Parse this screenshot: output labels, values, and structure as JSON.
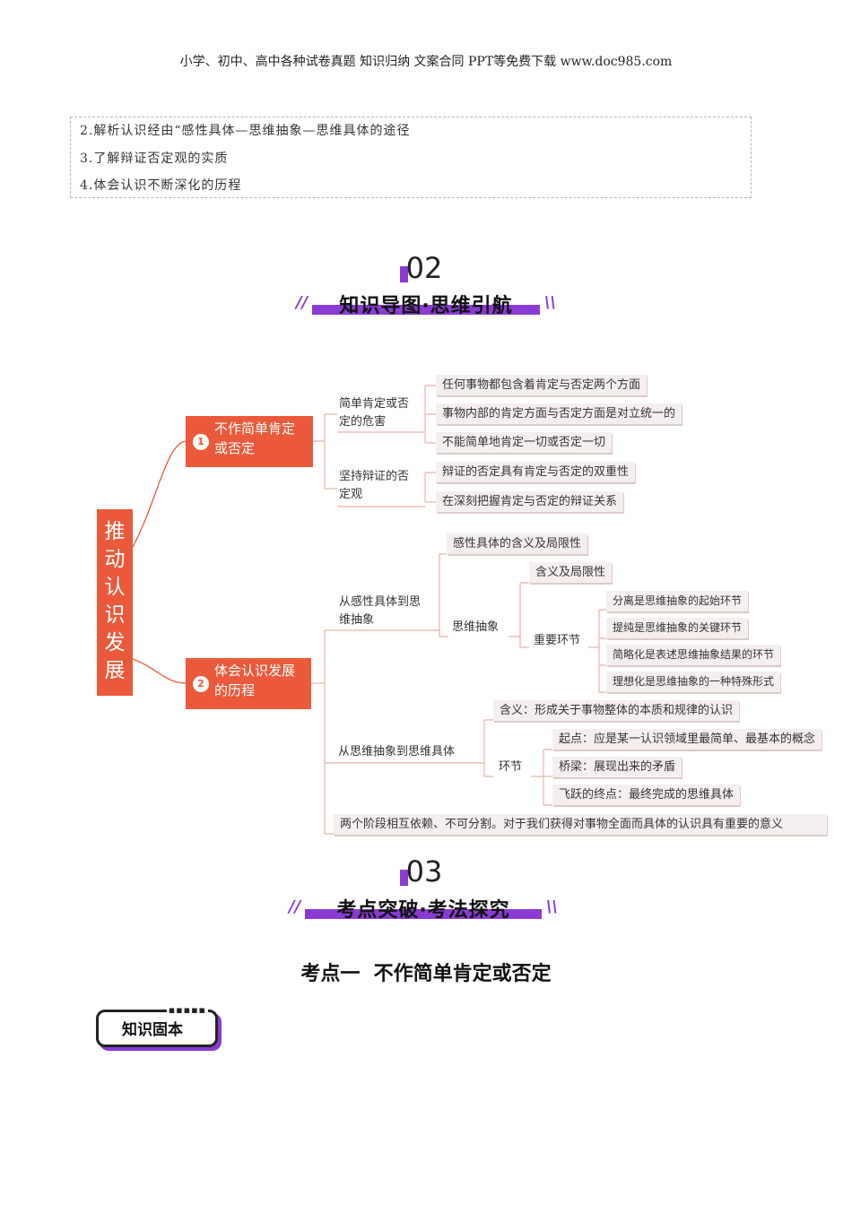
{
  "header": {
    "text": "小学、初中、高中各种试卷真题  知识归纳  文案合同  PPT等免费下载      www.doc985.com"
  },
  "objectives": [
    "2.解析认识经由“感性具体—思维抽象—思维具体的途径",
    "3.了解辩证否定观的实质",
    "4.体会认识不断深化的历程"
  ],
  "section2": {
    "number": "02",
    "title": "知识导图·思维引航"
  },
  "mindmap": {
    "root": "推动认识发展",
    "branch1": {
      "num": "1",
      "label": "不作简单肯定或否定",
      "sub1": {
        "label": "简单肯定或否定的危害",
        "leaves": [
          "任何事物都包含着肯定与否定两个方面",
          "事物内部的肯定方面与否定方面是对立统一的",
          "不能简单地肯定一切或否定一切"
        ]
      },
      "sub2": {
        "label": "坚持辩证的否定观",
        "leaves": [
          "辩证的否定具有肯定与否定的双重性",
          "在深刻把握肯定与否定的辩证关系"
        ]
      }
    },
    "branch2": {
      "num": "2",
      "label": "体会认识发展的历程",
      "sub1": {
        "label": "从感性具体到思维抽象",
        "leaf": "感性具体的含义及局限性",
        "abstract": {
          "label": "思维抽象",
          "meaning": "含义及局限性",
          "key": "重要环节",
          "links": [
            "分离是思维抽象的起始环节",
            "提纯是思维抽象的关键环节",
            "简略化是表述思维抽象结果的环节",
            "理想化是思维抽象的一种特殊形式"
          ]
        }
      },
      "sub2": {
        "label": "从思维抽象到思维具体",
        "meaning": "含义：形成关于事物整体的本质和规律的认识",
        "link": {
          "label": "环节",
          "items": [
            "起点：应是某一认识领域里最简单、最基本的概念",
            "桥梁：展现出来的矛盾",
            "飞跃的终点：最终完成的思维具体"
          ]
        }
      },
      "sub3": "两个阶段相互依赖、不可分割。对于我们获得对事物全面而具体的认识具有重要的意义"
    }
  },
  "section3": {
    "number": "03",
    "title": "考点突破·考法探究"
  },
  "kaodian": "考点一  不作简单肯定或否定",
  "badge": {
    "label": "知识固本",
    "dots": "▪▪▪▪▪"
  },
  "colors": {
    "accent": "#8a3bd4",
    "mindmap_orange": "#ea5a3a"
  }
}
